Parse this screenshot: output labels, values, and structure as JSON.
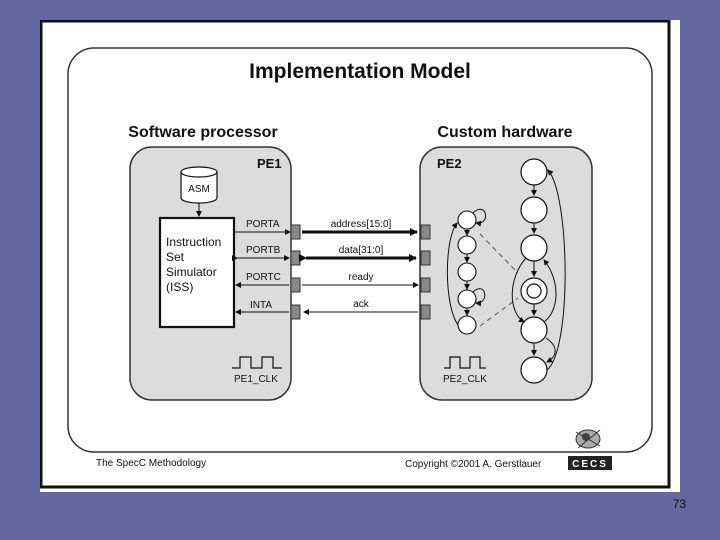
{
  "slide": {
    "title": "Implementation Model",
    "left_heading": "Software processor",
    "right_heading": "Custom hardware",
    "pe1": {
      "label": "PE1",
      "storage_label": "ASM",
      "iss_lines": [
        "Instruction",
        "Set",
        "Simulator",
        "(ISS)"
      ],
      "ports": [
        "PORTA",
        "PORTB",
        "PORTC",
        "INTA"
      ],
      "clock_label": "PE1_CLK"
    },
    "pe2": {
      "label": "PE2",
      "clock_label": "PE2_CLK"
    },
    "signals": [
      "address[15:0]",
      "data[31:0]",
      "ready",
      "ack"
    ],
    "footer_left": "The SpecC Methodology",
    "footer_right": "Copyright ©2001 A. Gerstlauer",
    "logo_text": "CECS"
  },
  "page_number": "73"
}
